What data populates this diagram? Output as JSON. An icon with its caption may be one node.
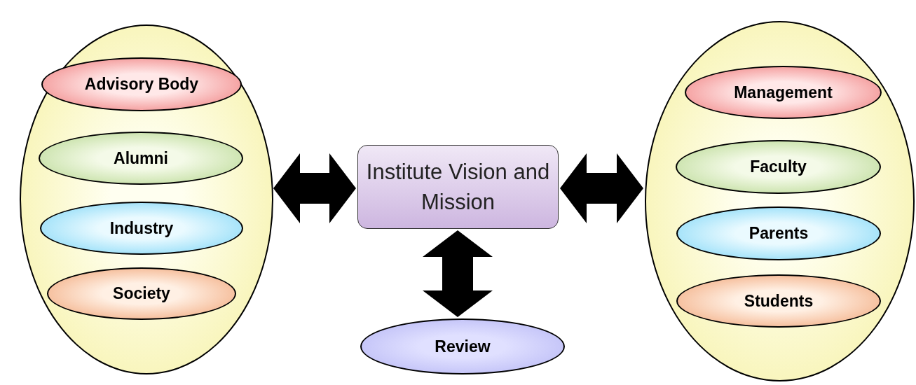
{
  "diagram": {
    "nodes": [
      {
        "text": [],
        "shape": "ellipse"
      },
      {
        "text": [
          "Advisory Body"
        ],
        "in": 0
      },
      {
        "text": [
          "Alumni"
        ],
        "in": 0
      },
      {
        "text": [
          "Industry"
        ],
        "in": 0
      },
      {
        "text": [
          "Society"
        ],
        "in": 0
      },
      {
        "text": [
          "Institute Vision and Mission"
        ]
      },
      {
        "text": [],
        "shape": "ellipse"
      },
      {
        "text": [
          "Management"
        ],
        "in": 6
      },
      {
        "text": [
          "Faculty"
        ],
        "in": 6
      },
      {
        "text": [
          "Parents"
        ],
        "in": 6
      },
      {
        "text": [
          "Students"
        ],
        "in": 6
      },
      {
        "text": [
          "Review"
        ]
      }
    ],
    "edges": [
      {
        "from": 0,
        "to": 5,
        "arrow": "both",
        "style": "thick"
      },
      {
        "from": 5,
        "to": 6,
        "arrow": "both",
        "style": "thick"
      },
      {
        "from": 5,
        "to": 11,
        "arrow": "both",
        "style": "thick"
      }
    ]
  }
}
